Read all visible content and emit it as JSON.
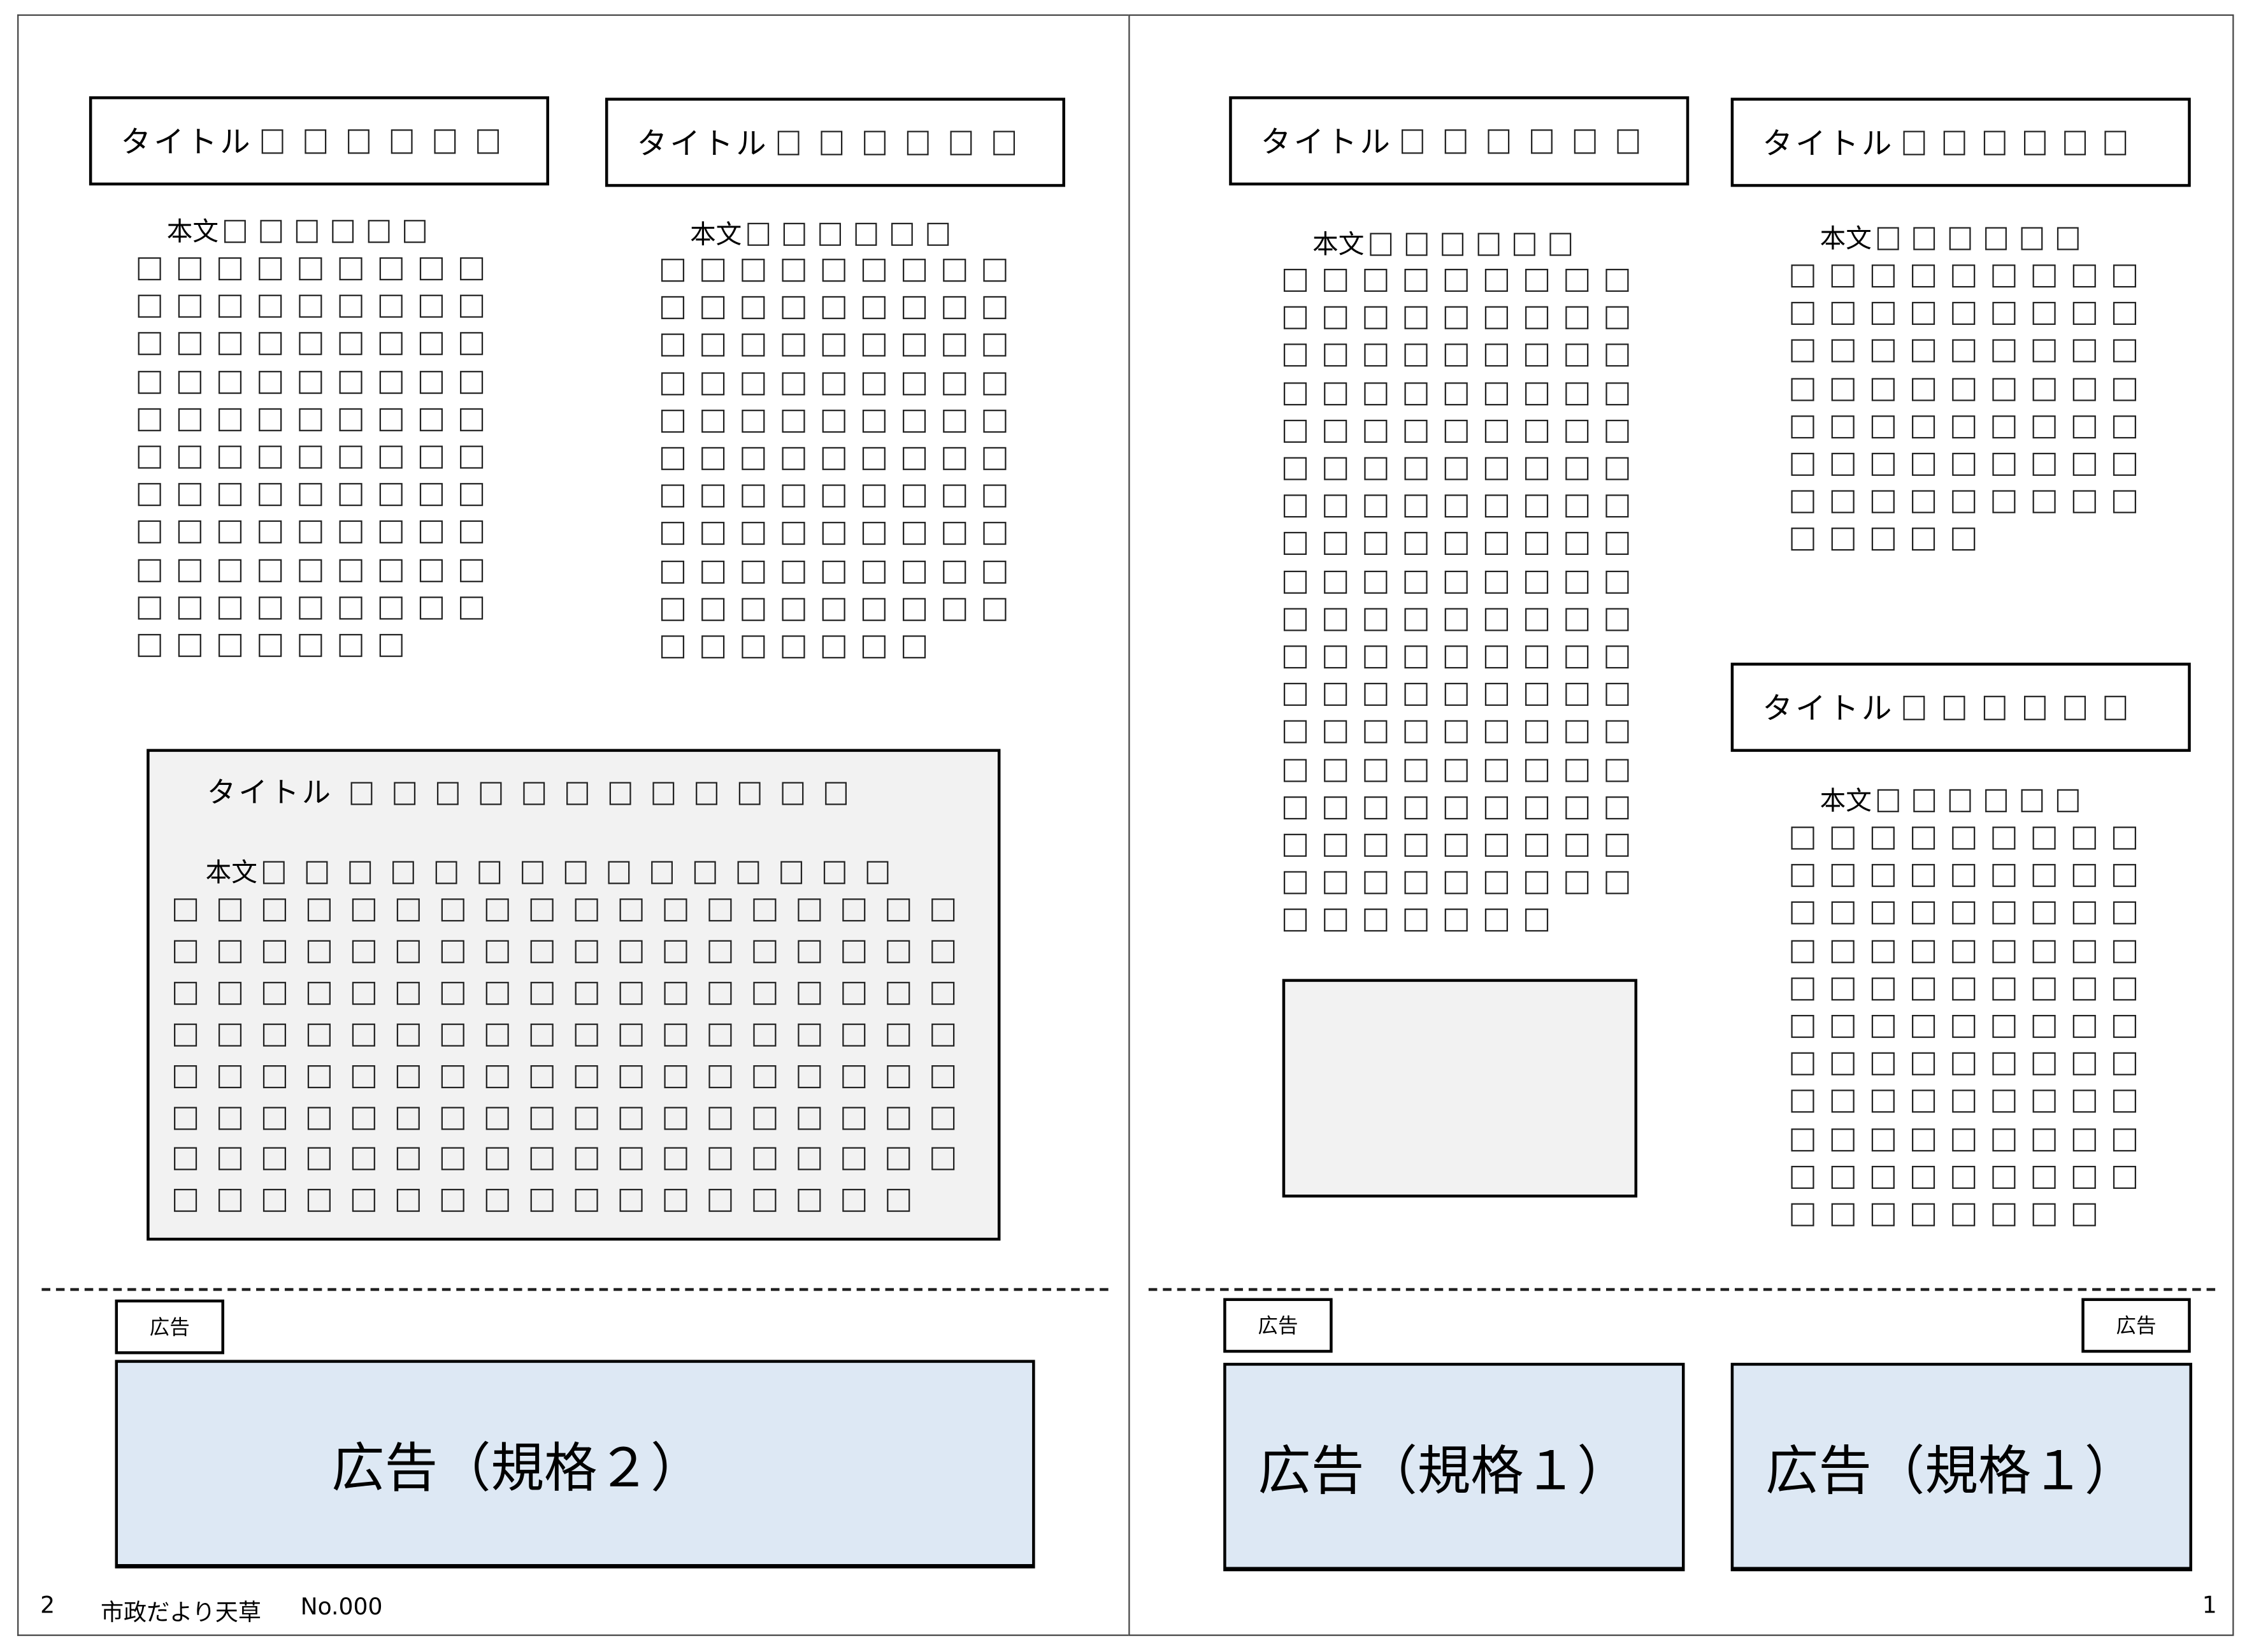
{
  "spread": {
    "left_page": {
      "page_number": "2",
      "publication": "市政だより天草",
      "issue": "No.000",
      "articles": [
        {
          "title": "タイトル",
          "title_placeholder_count": 6,
          "body_label": "本文",
          "body_header_placeholder_count": 6,
          "rows": [
            9,
            9,
            9,
            9,
            9,
            9,
            9,
            9,
            9,
            9,
            7
          ]
        },
        {
          "title": "タイトル",
          "title_placeholder_count": 6,
          "body_label": "本文",
          "body_header_placeholder_count": 6,
          "rows": [
            9,
            9,
            9,
            9,
            9,
            9,
            9,
            9,
            9,
            9,
            7
          ]
        }
      ],
      "feature": {
        "title": "タイトル",
        "title_placeholder_count": 12,
        "body_label": "本文",
        "body_header_placeholder_count": 15,
        "rows": [
          18,
          18,
          18,
          18,
          18,
          18,
          18,
          17
        ]
      },
      "ad_tag": "広告",
      "ad_label": "広告（規格２）"
    },
    "right_page": {
      "page_number": "1",
      "articles": [
        {
          "title": "タイトル",
          "title_placeholder_count": 6,
          "body_label": "本文",
          "body_header_placeholder_count": 6,
          "rows": [
            9,
            9,
            9,
            9,
            9,
            9,
            9,
            9,
            9,
            9,
            9,
            9,
            9,
            9,
            9,
            9,
            9,
            7
          ]
        },
        {
          "title": "タイトル",
          "title_placeholder_count": 6,
          "body_label": "本文",
          "body_header_placeholder_count": 6,
          "rows": [
            9,
            9,
            9,
            9,
            9,
            9,
            9,
            5
          ]
        },
        {
          "title": "タイトル",
          "title_placeholder_count": 6,
          "body_label": "本文",
          "body_header_placeholder_count": 6,
          "rows": [
            9,
            9,
            9,
            9,
            9,
            9,
            9,
            9,
            9,
            9,
            8
          ]
        }
      ],
      "ad_tags": [
        "広告",
        "広告"
      ],
      "ad_labels": [
        "広告（規格１）",
        "広告（規格１）"
      ]
    }
  },
  "colors": {
    "ad_fill": "#dde8f4",
    "panel_fill": "#f2f2f2",
    "stroke": "#000000"
  }
}
